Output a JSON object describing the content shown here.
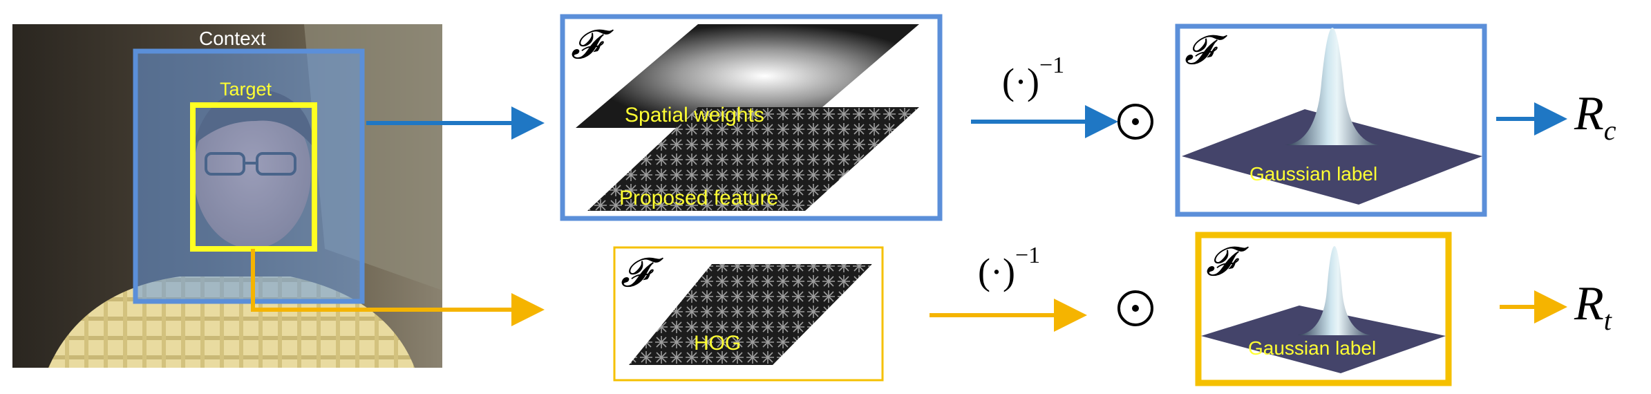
{
  "image": {
    "context_label": "Context",
    "target_label": "Target"
  },
  "top_branch": {
    "fourier_symbol": "𝓕",
    "spatial_weights_label": "Spatial weights",
    "proposed_feature_label": "Proposed feature",
    "inverse_operator": "(·)",
    "inverse_exponent": "−1",
    "gaussian_symbol": "𝓕",
    "gaussian_label": "Gaussian label",
    "output_base": "R",
    "output_sub": "c",
    "color": "#1f77c4"
  },
  "bottom_branch": {
    "fourier_symbol": "𝓕",
    "hog_label": "HOG",
    "inverse_operator": "(·)",
    "inverse_exponent": "−1",
    "gaussian_symbol": "𝓕",
    "gaussian_label": "Gaussian label",
    "output_base": "R",
    "output_sub": "t",
    "color": "#f5b400"
  }
}
